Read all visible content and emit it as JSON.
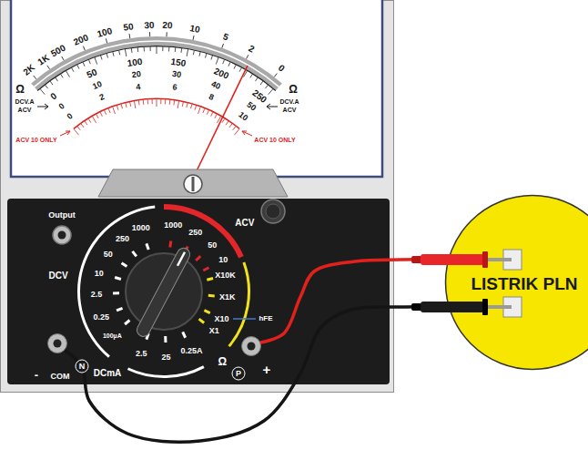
{
  "diagram": {
    "nodes": [
      {
        "text": [
          "LISTRIK PLN"
        ]
      },
      {
        "text": [
          "-",
          "COM",
          "N"
        ]
      },
      {
        "text": [
          "P",
          "+"
        ]
      }
    ],
    "edges": [
      {
        "from": 2,
        "to": 0,
        "arrow": "none"
      },
      {
        "from": 1,
        "to": 0,
        "arrow": "none"
      }
    ],
    "labels": [
      "2K",
      "1K",
      "500",
      "200",
      "100",
      "50",
      "30",
      "20",
      "10",
      "5",
      "2",
      "0",
      "Ω",
      "Ω",
      "DCV.A",
      "ACV",
      "0",
      "50",
      "100",
      "150",
      "200",
      "250",
      "0",
      "10",
      "20",
      "30",
      "40",
      "50",
      "0",
      "2",
      "4",
      "6",
      "8",
      "10",
      "DCV.A",
      "ACV",
      "ACV 10 ONLY",
      "ACV 10 ONLY",
      "Output",
      "1000",
      "250",
      "50",
      "10",
      "2.5",
      "0.25",
      "100µA",
      "DCV",
      "1000",
      "250",
      "50",
      "10",
      "ACV",
      "X10K",
      "X1K",
      "X10",
      "X1",
      "hFE",
      "Ω",
      "0.25A",
      "25",
      "2.5",
      "DCmA"
    ]
  }
}
